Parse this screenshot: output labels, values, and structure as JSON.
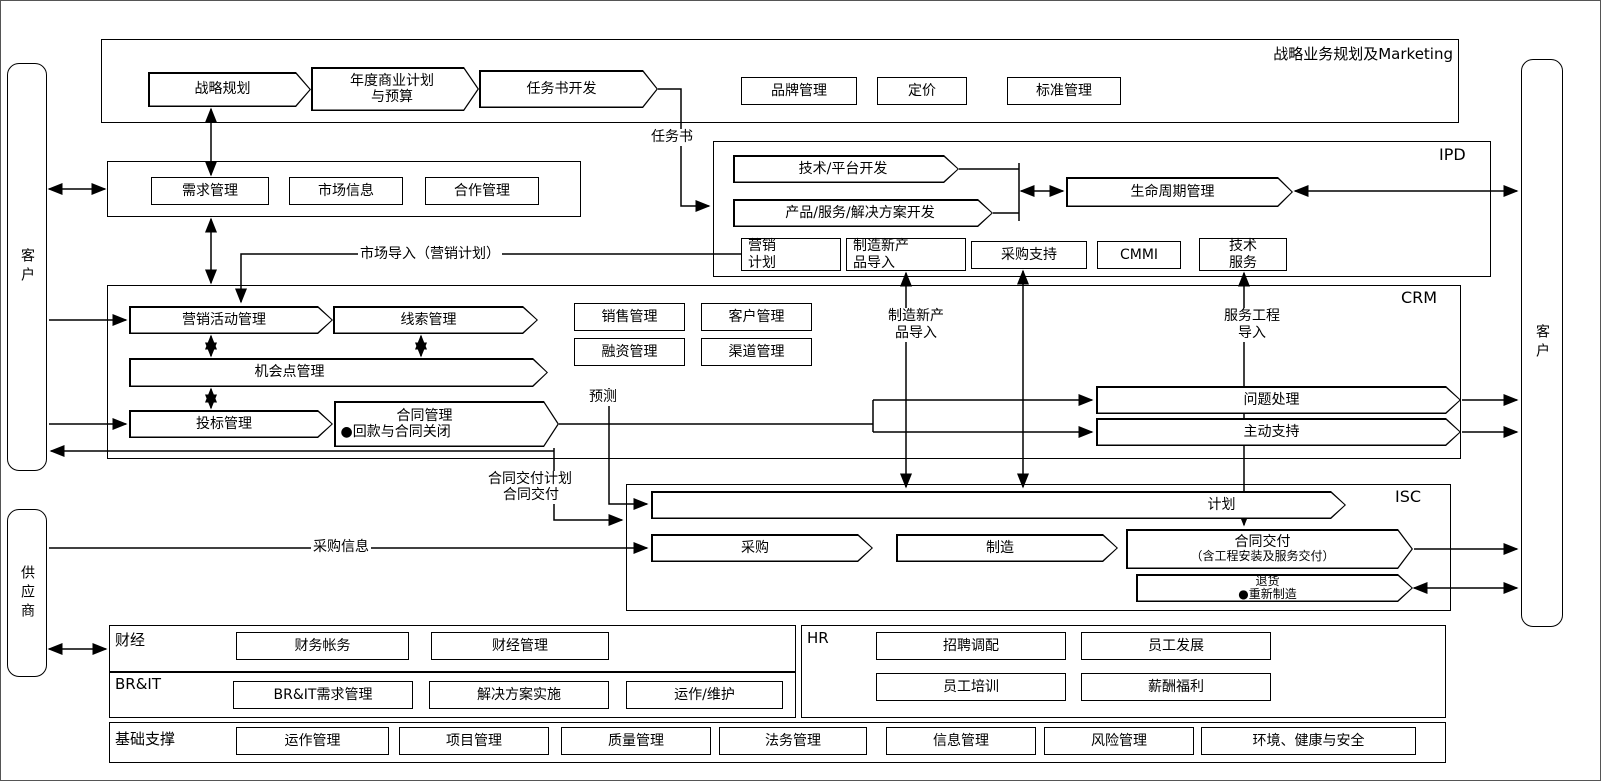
{
  "rails": {
    "customer_left": "客户",
    "supplier": "供应商",
    "customer_right": "客户"
  },
  "strategy": {
    "title": "战略业务规划及Marketing",
    "strategic_planning": "战略规划",
    "annual_plan": "年度商业计划\n与预算",
    "charter_dev": "任务书开发",
    "boxes": [
      "品牌管理",
      "定价",
      "标准管理"
    ]
  },
  "market": {
    "boxes": [
      "需求管理",
      "市场信息",
      "合作管理"
    ]
  },
  "ipd": {
    "label": "IPD",
    "tech_platform": "技术/平台开发",
    "product_dev": "产品/服务/解决方案开发",
    "lifecycle": "生命周期管理",
    "row": [
      "营销\n计划",
      "制造新产\n品导入",
      "采购支持",
      "CMMI",
      "技术\n服务"
    ]
  },
  "crm": {
    "label": "CRM",
    "marketing_activity": "营销活动管理",
    "leads": "线索管理",
    "opportunity": "机会点管理",
    "bidding": "投标管理",
    "contract_line1": "合同管理",
    "contract_line2": "●回款与合同关闭",
    "issue_handling": "问题处理",
    "proactive_support": "主动支持",
    "boxes": [
      "销售管理",
      "客户管理",
      "融资管理",
      "渠道管理"
    ]
  },
  "isc": {
    "label": "ISC",
    "plan": "计划",
    "purchase": "采购",
    "manufacture": "制造",
    "delivery_line1": "合同交付",
    "delivery_line2": "（含工程安装及服务交付）",
    "returns_line1": "退货",
    "returns_line2": "●重新制造"
  },
  "labels": {
    "charter": "任务书",
    "market_intro": "市场导入（营销计划）",
    "forecast": "预测",
    "delivery_plan": "合同交付计划",
    "delivery": "合同交付",
    "purchase_info": "采购信息",
    "npi": "制造新产\n品导入",
    "service_eng": "服务工程\n导入"
  },
  "finance": {
    "label": "财经",
    "boxes": [
      "财务帐务",
      "财经管理"
    ]
  },
  "brit": {
    "label": "BR&IT",
    "boxes": [
      "BR&IT需求管理",
      "解决方案实施",
      "运作/维护"
    ]
  },
  "hr": {
    "label": "HR",
    "boxes": [
      "招聘调配",
      "员工发展",
      "员工培训",
      "薪酬福利"
    ]
  },
  "base": {
    "label": "基础支撑",
    "boxes": [
      "运作管理",
      "项目管理",
      "质量管理",
      "法务管理",
      "信息管理",
      "风险管理",
      "环境、健康与安全"
    ]
  }
}
